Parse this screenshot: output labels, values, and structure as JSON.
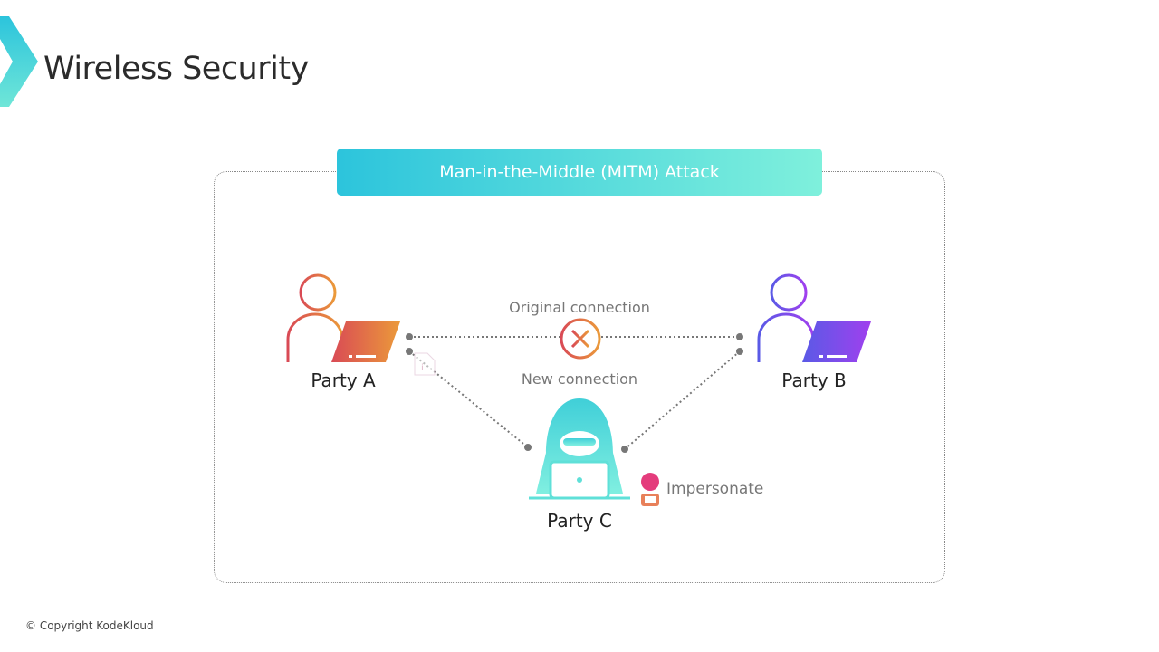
{
  "header": {
    "title": "Wireless Security"
  },
  "diagram": {
    "banner": "Man-in-the-Middle (MITM) Attack",
    "original_connection": "Original connection",
    "new_connection": "New connection",
    "party_a": "Party A",
    "party_b": "Party B",
    "party_c": "Party C",
    "impersonate": "Impersonate"
  },
  "footer": {
    "copyright": "© Copyright KodeKloud"
  },
  "colors": {
    "accent": "#2cc4dc",
    "party_a": "#e0664a",
    "party_b": "#7a4ce8",
    "party_c": "#5fe0d8"
  }
}
